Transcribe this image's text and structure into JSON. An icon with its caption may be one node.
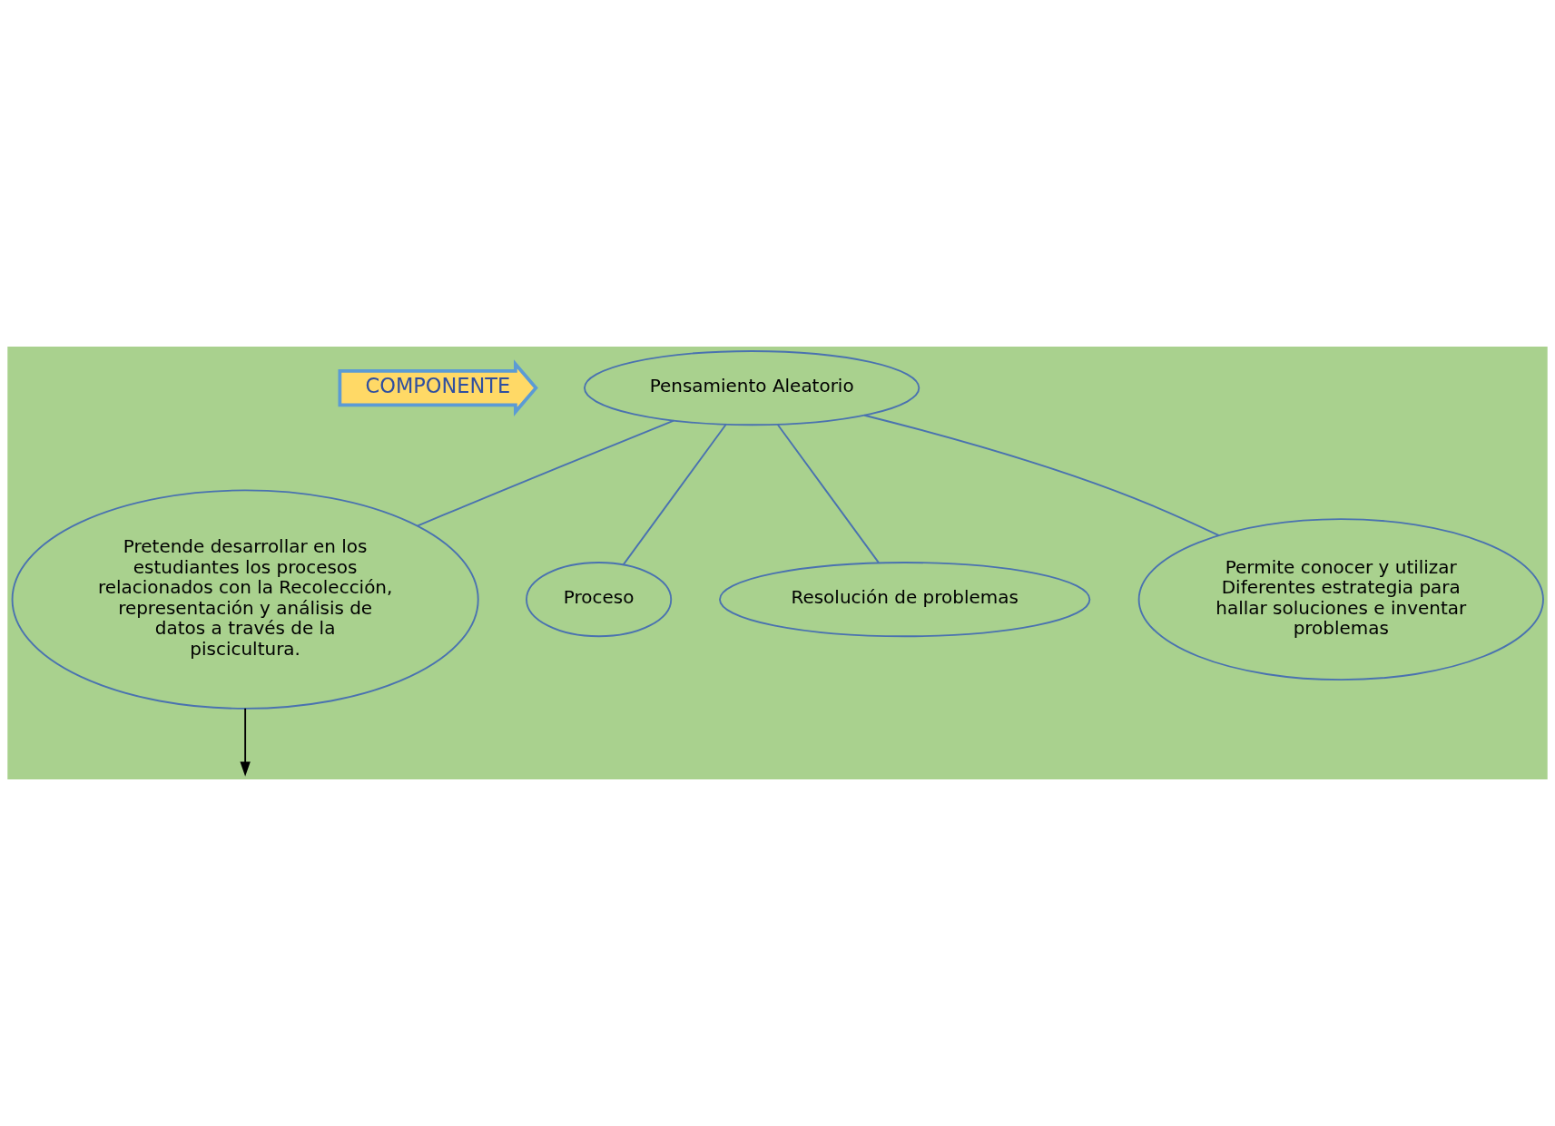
{
  "diagram": {
    "nodes": [
      {
        "text": [
          "COMPONENTE"
        ]
      },
      {
        "text": [
          "Pensamiento Aleatorio"
        ]
      },
      {
        "text": [
          "Pretende desarrollar en los estudiantes los procesos relacionados con la Recolección, representación y análisis de datos a través de la piscicultura."
        ]
      },
      {
        "text": [
          "Proceso"
        ]
      },
      {
        "text": [
          "Resolución de problemas"
        ]
      },
      {
        "text": [
          "Permite conocer y utilizar Diferentes estrategia para hallar soluciones e inventar problemas"
        ]
      }
    ],
    "edges": [
      {
        "from": 1,
        "to": 2,
        "arrow": "none"
      },
      {
        "from": 1,
        "to": 3,
        "arrow": "none"
      },
      {
        "from": 1,
        "to": 4,
        "arrow": "none"
      },
      {
        "from": 1,
        "to": 5,
        "arrow": "none"
      },
      {
        "from": 2,
        "to": null,
        "arrow": "to",
        "color": "#000000"
      }
    ]
  }
}
